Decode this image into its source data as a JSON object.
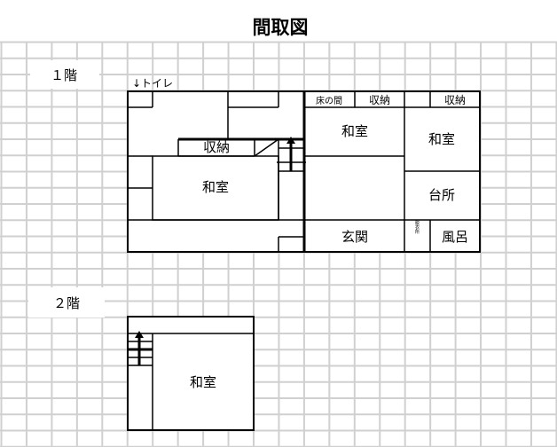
{
  "title": "間取図",
  "floor1": {
    "label": "１階",
    "toilet": "↓トイレ",
    "rooms": {
      "tokonoma": "床の間",
      "storage_top1": "収納",
      "storage_top2": "収納",
      "washitsu_center": "和室",
      "washitsu_right": "和室",
      "storage_left": "収納",
      "washitsu_left": "和室",
      "kitchen": "台所",
      "entrance": "玄関",
      "dressing": "脱衣所",
      "bath": "風呂"
    }
  },
  "floor2": {
    "label": "２階",
    "rooms": {
      "washitsu": "和室"
    }
  }
}
